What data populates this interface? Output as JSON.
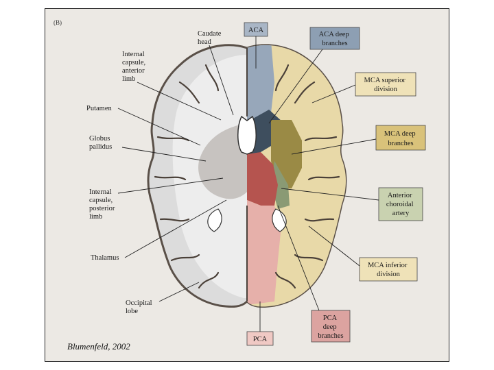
{
  "figure": {
    "panel_letter": "(B)",
    "credit": "Blumenfeld, 2002"
  },
  "left_labels": [
    {
      "id": "caudate",
      "lines": [
        "Caudate",
        "head"
      ]
    },
    {
      "id": "ic-ant",
      "lines": [
        "Internal",
        "capsule,",
        "anterior",
        "limb"
      ]
    },
    {
      "id": "putamen",
      "lines": [
        "Putamen"
      ]
    },
    {
      "id": "globus",
      "lines": [
        "Globus",
        "pallidus"
      ]
    },
    {
      "id": "ic-post",
      "lines": [
        "Internal",
        "capsule,",
        "posterior",
        "limb"
      ]
    },
    {
      "id": "thalamus",
      "lines": [
        "Thalamus"
      ]
    },
    {
      "id": "occipital",
      "lines": [
        "Occipital",
        "lobe"
      ]
    }
  ],
  "territory_boxes": [
    {
      "id": "aca",
      "lines": [
        "ACA"
      ],
      "color": "#a9b6c6"
    },
    {
      "id": "aca-deep",
      "lines": [
        "ACA deep",
        "branches"
      ],
      "color": "#8d9fb3"
    },
    {
      "id": "mca-sup",
      "lines": [
        "MCA superior",
        "division"
      ],
      "color": "#efe2b8"
    },
    {
      "id": "mca-deep",
      "lines": [
        "MCA deep",
        "branches"
      ],
      "color": "#d9c27a"
    },
    {
      "id": "ant-chor",
      "lines": [
        "Anterior",
        "choroidal",
        "artery"
      ],
      "color": "#c9d2b0"
    },
    {
      "id": "mca-inf",
      "lines": [
        "MCA inferior",
        "division"
      ],
      "color": "#efe2b8"
    },
    {
      "id": "pca-deep",
      "lines": [
        "PCA",
        "deep",
        "branches"
      ],
      "color": "#dca3a0"
    },
    {
      "id": "pca",
      "lines": [
        "PCA"
      ],
      "color": "#f0c9c4"
    }
  ]
}
